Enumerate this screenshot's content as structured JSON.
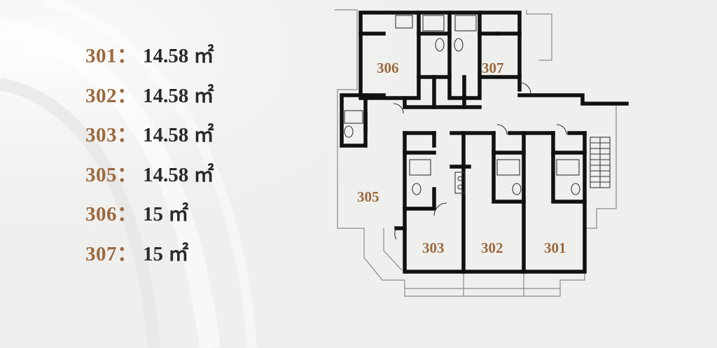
{
  "areas": [
    {
      "room": "301",
      "sep": "：",
      "area": "14.58 ㎡"
    },
    {
      "room": "302",
      "sep": "：",
      "area": "14.58 ㎡"
    },
    {
      "room": "303",
      "sep": "：",
      "area": "14.58 ㎡"
    },
    {
      "room": "305",
      "sep": "：",
      "area": "14.58 ㎡"
    },
    {
      "room": "306",
      "sep": "：",
      "area": "15 ㎡"
    },
    {
      "room": "307",
      "sep": "：",
      "area": "15 ㎡"
    }
  ],
  "plan": {
    "room_labels": [
      "306",
      "307",
      "305",
      "303",
      "302",
      "301"
    ]
  },
  "colors": {
    "accent": "#9c6a3f",
    "text": "#2a2a2a",
    "background": "#efefee",
    "wall": "#111111"
  }
}
